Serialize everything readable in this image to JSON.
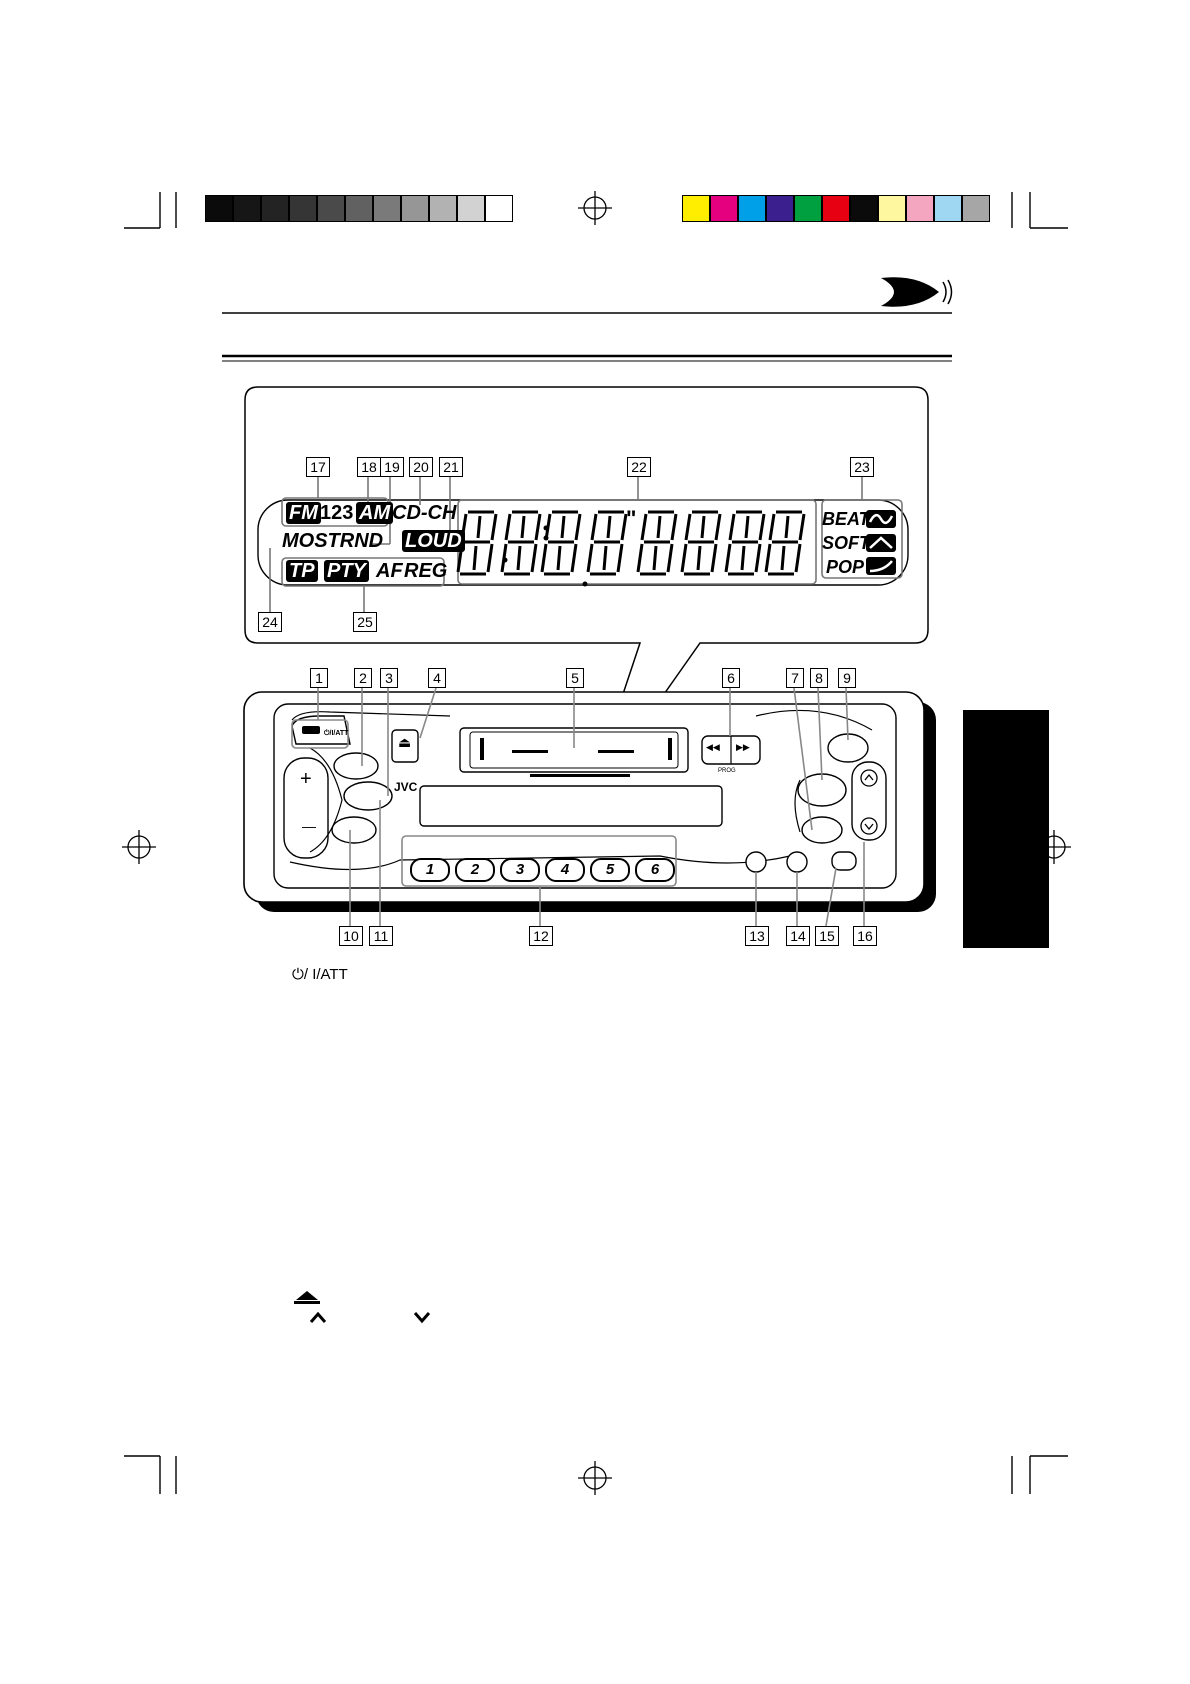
{
  "color_bar": {
    "grays": [
      "#0b0b0b",
      "#161616",
      "#232323",
      "#353535",
      "#4a4a4a",
      "#616161",
      "#7a7a7a",
      "#969696",
      "#b2b2b2",
      "#d2d2d2",
      "#ffffff"
    ],
    "colors": [
      "#ffee00",
      "#e4007f",
      "#00a0e9",
      "#3b1f8e",
      "#00a040",
      "#e60012",
      "#0b0b0b",
      "#fff6a0",
      "#f4a6c0",
      "#9fd6f2",
      "#a6a6a6"
    ]
  },
  "display": {
    "fm": "FM",
    "band_digits": "123",
    "am": "AM",
    "cdch": "CD-CH",
    "mostrnd": "MOSTRND",
    "loud": "LOUD",
    "tp": "TP",
    "pty": "PTY",
    "af": "AF",
    "reg": "REG",
    "beat": "BEAT",
    "soft": "SOFT",
    "pop": "POP"
  },
  "callouts_display": [
    "17",
    "18",
    "19",
    "20",
    "21",
    "22",
    "23",
    "24",
    "25"
  ],
  "callouts_unit_top": [
    "1",
    "2",
    "3",
    "4",
    "5",
    "6",
    "7",
    "8",
    "9"
  ],
  "callouts_unit_bottom": [
    "10",
    "11",
    "12",
    "13",
    "14",
    "15",
    "16"
  ],
  "unit": {
    "brand": "JVC",
    "power_label": "⏻/I/ATT",
    "presets": [
      "1",
      "2",
      "3",
      "4",
      "5",
      "6"
    ],
    "plus": "+",
    "minus": "—",
    "rew": "◀◀",
    "ff": "▶▶",
    "prog_label": "PROG",
    "eject": "⏏"
  },
  "bottom_text": {
    "power_att": "⏻/ I/ATT"
  }
}
